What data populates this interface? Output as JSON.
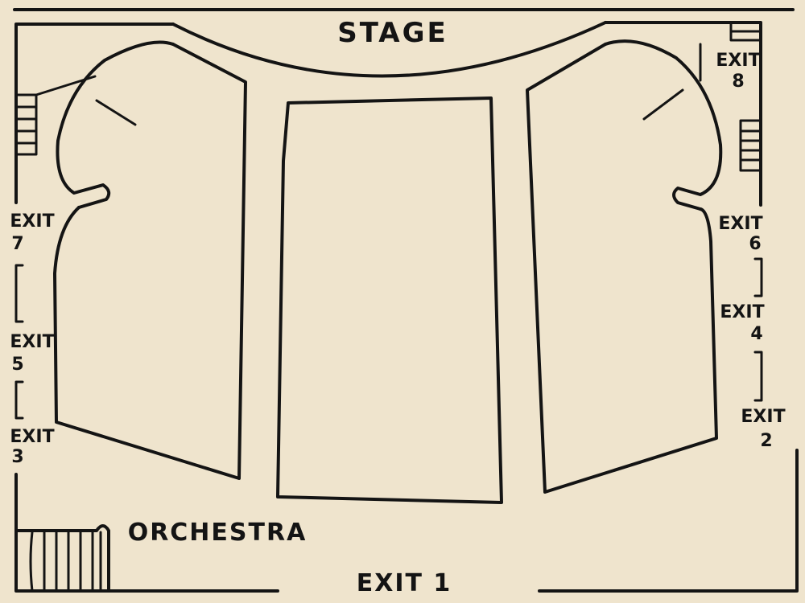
{
  "labels": {
    "stage": "STAGE",
    "orchestra": "ORCHESTRA",
    "exit_bottom": "EXIT 1"
  },
  "exits": [
    {
      "id": "8",
      "word": "EXIT",
      "number": "8"
    },
    {
      "id": "7",
      "word": "EXIT",
      "number": "7"
    },
    {
      "id": "6",
      "word": "EXIT",
      "number": "6"
    },
    {
      "id": "5",
      "word": "EXIT",
      "number": "5"
    },
    {
      "id": "4",
      "word": "EXIT",
      "number": "4"
    },
    {
      "id": "3",
      "word": "EXIT",
      "number": "3"
    },
    {
      "id": "2",
      "word": "EXIT",
      "number": "2"
    }
  ],
  "colors": {
    "paper": "#efe4cd",
    "ink": "#141414"
  }
}
